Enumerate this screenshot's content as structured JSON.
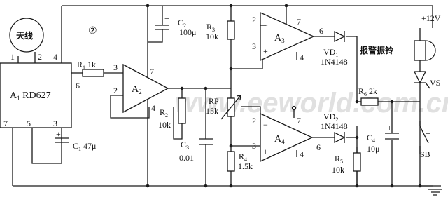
{
  "diagram": {
    "watermark": "www.eeworld.com.cn",
    "circle_number": "②",
    "antenna": "天线",
    "alarm_bell": "报警振铃",
    "supply": "+12V",
    "a1": {
      "ref": "A",
      "sub": "1",
      "part": "RD627",
      "pins": [
        "1",
        "2",
        "4",
        "6",
        "7",
        "5",
        "3"
      ]
    },
    "a2": {
      "ref": "A",
      "sub": "2",
      "pins": [
        "3",
        "2",
        "7",
        "4"
      ]
    },
    "a3": {
      "ref": "A",
      "sub": "3",
      "pins": [
        "2",
        "3",
        "7",
        "6",
        "4"
      ]
    },
    "a4": {
      "ref": "A",
      "sub": "4",
      "pins": [
        "2",
        "3",
        "7",
        "6",
        "4"
      ]
    },
    "r1": {
      "ref": "R",
      "sub": "1",
      "value": "1k"
    },
    "r2": {
      "ref": "R",
      "sub": "2",
      "value": "10k"
    },
    "r3": {
      "ref": "R",
      "sub": "3",
      "value": "10k"
    },
    "r4": {
      "ref": "R",
      "sub": "4",
      "value": "1.5k"
    },
    "r5": {
      "ref": "R",
      "sub": "5",
      "value": "10k"
    },
    "r6": {
      "ref": "R",
      "sub": "6",
      "value": "2k"
    },
    "rp": {
      "ref": "RP",
      "value": "15k"
    },
    "c1": {
      "ref": "C",
      "sub": "1",
      "value": "47μ"
    },
    "c2": {
      "ref": "C",
      "sub": "2",
      "value": "100μ"
    },
    "c3": {
      "ref": "C",
      "sub": "3",
      "value": "0.01"
    },
    "c4": {
      "ref": "C",
      "sub": "4",
      "value": "10μ"
    },
    "vd1": {
      "ref": "VD",
      "sub": "1",
      "part": "1N4148"
    },
    "vd2": {
      "ref": "VD",
      "sub": "2",
      "part": "1N4148"
    },
    "vs": "VS",
    "sb": "SB",
    "minus": "−",
    "plus": "+"
  }
}
